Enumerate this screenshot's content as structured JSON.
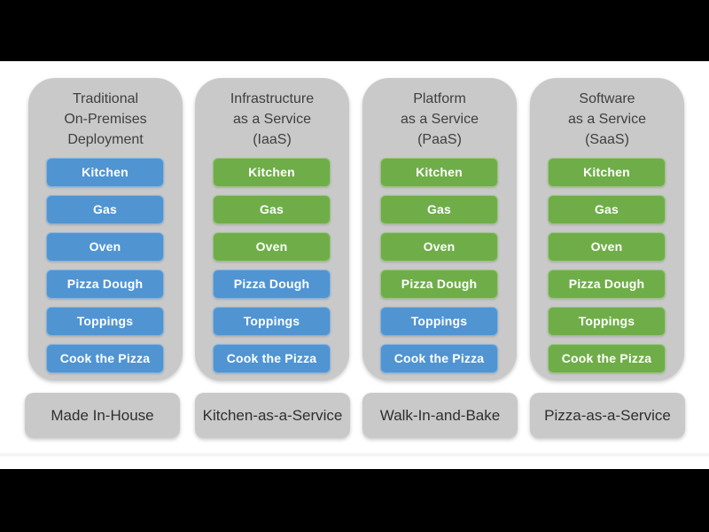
{
  "colors": {
    "service-blue": "#5094D2",
    "service-green": "#6FAD49",
    "panel-gray": "#C9C9C9",
    "letterbox-black": "#000000",
    "title-text": "#3F3F3F",
    "footer-text": "#2F2F2F",
    "item-text": "#FFFFFF"
  },
  "columns": [
    {
      "title_lines": [
        "Traditional",
        "On-Premises",
        "Deployment"
      ],
      "items": [
        {
          "label": "Kitchen",
          "color": "blue"
        },
        {
          "label": "Gas",
          "color": "blue"
        },
        {
          "label": "Oven",
          "color": "blue"
        },
        {
          "label": "Pizza Dough",
          "color": "blue"
        },
        {
          "label": "Toppings",
          "color": "blue"
        },
        {
          "label": "Cook the Pizza",
          "color": "blue"
        }
      ],
      "footer": "Made In-House"
    },
    {
      "title_lines": [
        "Infrastructure",
        "as a Service",
        "(IaaS)"
      ],
      "items": [
        {
          "label": "Kitchen",
          "color": "green"
        },
        {
          "label": "Gas",
          "color": "green"
        },
        {
          "label": "Oven",
          "color": "green"
        },
        {
          "label": "Pizza Dough",
          "color": "blue"
        },
        {
          "label": "Toppings",
          "color": "blue"
        },
        {
          "label": "Cook the Pizza",
          "color": "blue"
        }
      ],
      "footer": "Kitchen-as-a-Service"
    },
    {
      "title_lines": [
        "Platform",
        "as a Service",
        "(PaaS)"
      ],
      "items": [
        {
          "label": "Kitchen",
          "color": "green"
        },
        {
          "label": "Gas",
          "color": "green"
        },
        {
          "label": "Oven",
          "color": "green"
        },
        {
          "label": "Pizza Dough",
          "color": "green"
        },
        {
          "label": "Toppings",
          "color": "blue"
        },
        {
          "label": "Cook the Pizza",
          "color": "blue"
        }
      ],
      "footer": "Walk-In-and-Bake"
    },
    {
      "title_lines": [
        "Software",
        "as a Service",
        "(SaaS)"
      ],
      "items": [
        {
          "label": "Kitchen",
          "color": "green"
        },
        {
          "label": "Gas",
          "color": "green"
        },
        {
          "label": "Oven",
          "color": "green"
        },
        {
          "label": "Pizza Dough",
          "color": "green"
        },
        {
          "label": "Toppings",
          "color": "green"
        },
        {
          "label": "Cook the Pizza",
          "color": "green"
        }
      ],
      "footer": "Pizza-as-a-Service"
    }
  ]
}
